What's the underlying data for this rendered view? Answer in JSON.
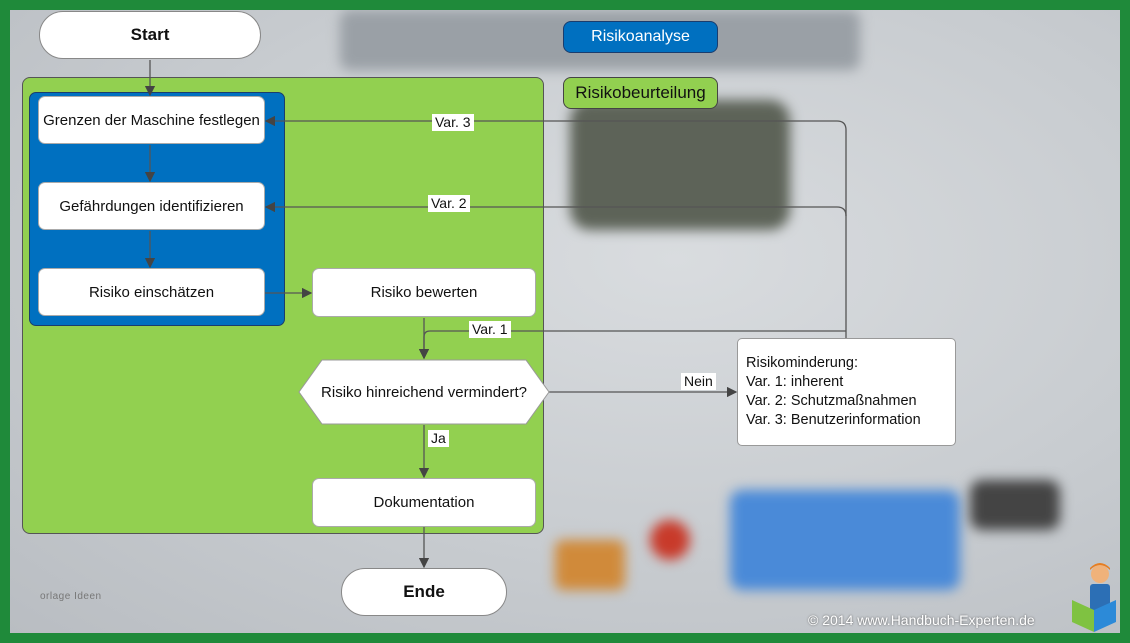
{
  "nodes": {
    "start": "Start",
    "end": "Ende",
    "grenzen": "Grenzen der Maschine festlegen",
    "gefaehrdungen": "Gefährdungen identifizieren",
    "einschaetzen": "Risiko einschätzen",
    "bewerten": "Risiko bewerten",
    "decision": "Risiko hinreichend vermindert?",
    "dokumentation": "Dokumentation"
  },
  "legend": {
    "risikoanalyse": "Risikoanalyse",
    "risikobeurteilung": "Risikobeurteilung"
  },
  "edge_labels": {
    "var3": "Var. 3",
    "var2": "Var. 2",
    "var1": "Var. 1",
    "nein": "Nein",
    "ja": "Ja"
  },
  "minderung": {
    "title": "Risikominderung:",
    "items": [
      "Var. 1: inherent",
      "Var. 2: Schutzmaßnahmen",
      "Var. 3: Benutzerinformation"
    ]
  },
  "watermark": "orlage Ideen",
  "copyright": "© 2014 www.Handbuch-Experten.de",
  "colors": {
    "frame": "#1f8a3a",
    "risikobeurteilung": "#92d050",
    "risikoanalyse": "#0070c0"
  }
}
